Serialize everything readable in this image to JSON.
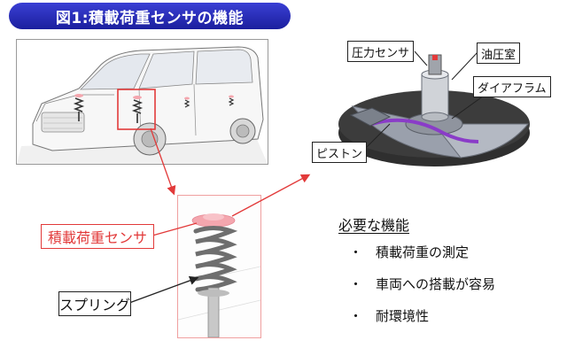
{
  "title": "図1:積載荷重センサの機能",
  "labels": {
    "sensor": "積載荷重センサ",
    "spring": "スプリング",
    "pressure_sensor": "圧力センサ",
    "oil_chamber": "油圧室",
    "diaphragm": "ダイアフラム",
    "piston": "ピストン"
  },
  "functions": {
    "heading": "必要な機能",
    "bullet": "・",
    "items": [
      "積載荷重の測定",
      "車両への搭載が容易",
      "耐環境性"
    ]
  },
  "colors": {
    "title_bg": "#2a2fc0",
    "accent_red": "#e23a3a",
    "sensor_pink": "#f4a6ae",
    "diaphragm_purple": "#8a3cc8",
    "disk_dark": "#3c3c3c",
    "disk_gray": "#9aa0ac"
  }
}
